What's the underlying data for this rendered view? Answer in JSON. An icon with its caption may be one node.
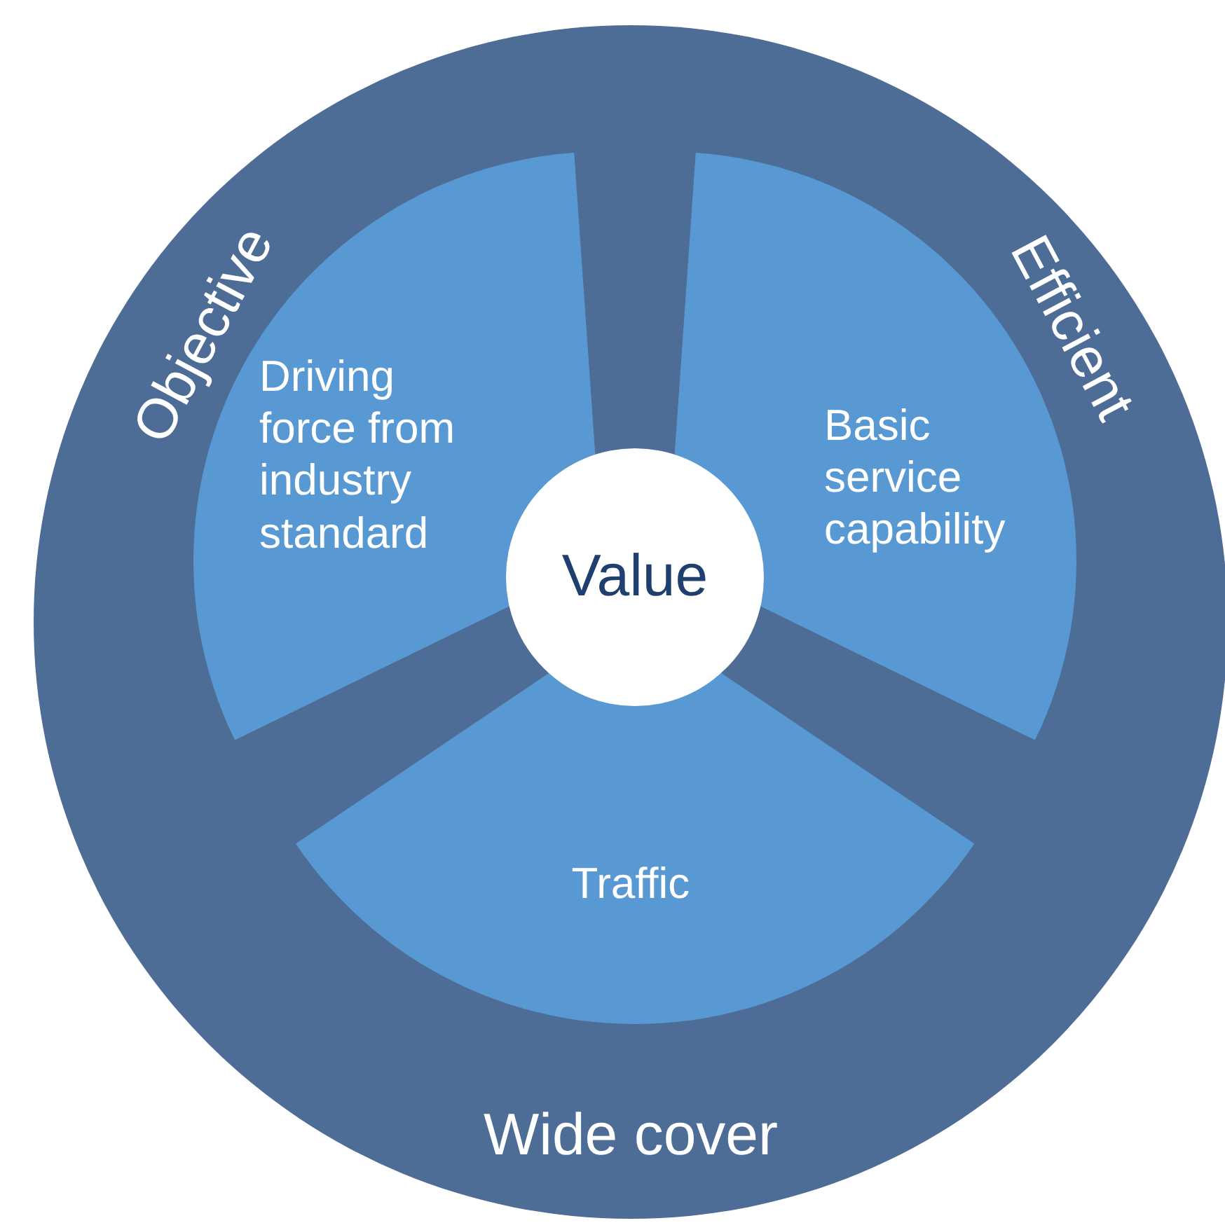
{
  "diagram": {
    "nodes": [
      {
        "text": [
          "Objective",
          "Efficient",
          "Wide cover"
        ]
      },
      {
        "text": [
          "Driving force from industry standard"
        ],
        "in": 0
      },
      {
        "text": [
          "Basic service capability"
        ],
        "in": 0
      },
      {
        "text": [
          "Traffic"
        ],
        "in": 0
      },
      {
        "text": [
          "Value"
        ],
        "in": 0
      }
    ]
  }
}
